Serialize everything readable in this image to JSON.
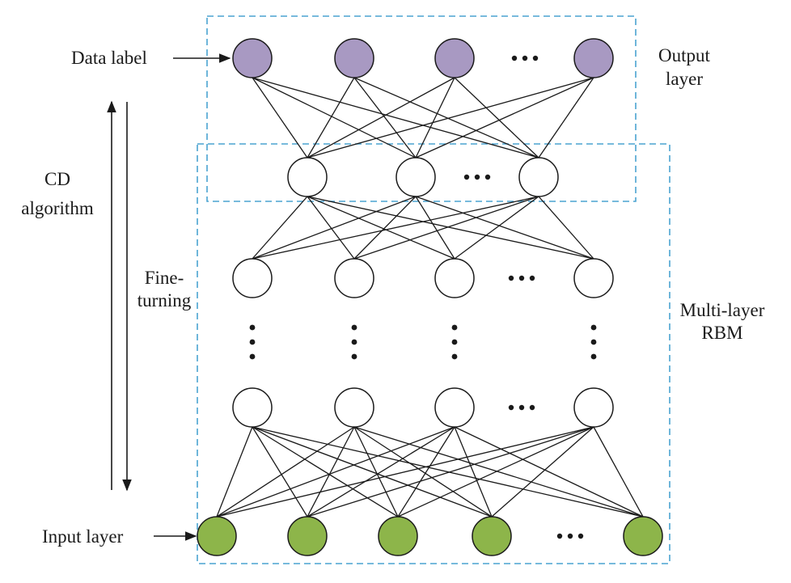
{
  "labels": {
    "data_label": "Data label",
    "output_layer_line1": "Output",
    "output_layer_line2": "layer",
    "cd_line1": "CD",
    "cd_line2": "algorithm",
    "fine_line1": "Fine-",
    "fine_line2": "turning",
    "rbm_line1": "Multi-layer",
    "rbm_line2": "RBM",
    "input_layer": "Input layer"
  },
  "colors": {
    "output_node_fill": "#a899c2",
    "input_node_fill": "#8db54a",
    "hidden_node_fill": "#ffffff",
    "frame_stroke": "#4aa3d1",
    "line": "#1a1a1a"
  }
}
